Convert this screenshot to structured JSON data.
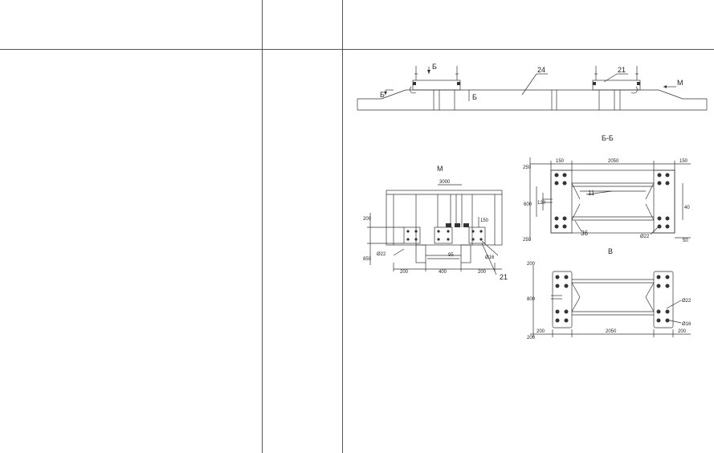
{
  "table": {
    "headers": [
      "",
      "",
      ""
    ]
  },
  "drawing": {
    "labels": {
      "callout_24": "24",
      "callout_21_top": "21",
      "section_b_top": "Б",
      "section_b_left": "Б",
      "section_b_right": "Б",
      "view_m": "М",
      "view_bb": "Б-Б",
      "view_m_small": "М",
      "view_v": "В",
      "callout_11": "11",
      "callout_36": "36",
      "callout_21_bottom": "21"
    },
    "dims": {
      "d150_left": "150",
      "d2050_top": "2050",
      "d150_right": "150",
      "d250_top": "250",
      "d250_bottom": "250",
      "d600": "600",
      "d120": "120",
      "d40": "40",
      "d50": "50",
      "d200_left_side": "200",
      "d850": "850",
      "d3000": "3000",
      "d200_bl": "200",
      "d400_mid": "400",
      "d200_br": "200",
      "d95": "95",
      "d150_m": "150",
      "d16_m": "Ø16",
      "d22_m": "Ø22",
      "d200_v_top": "200",
      "d800_v": "800",
      "d200_v_bottom": "200",
      "d200_v_bl": "200",
      "d2050_v": "2050",
      "d200_v_br": "200",
      "d22_v": "Ø22",
      "d16_v": "Ø16",
      "d22_bb": "Ø22"
    }
  }
}
